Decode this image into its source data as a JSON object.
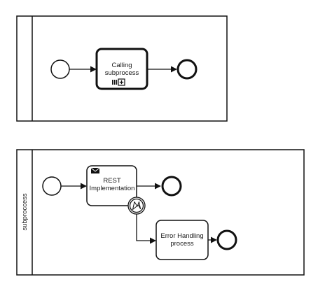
{
  "diagram": {
    "pool_top": {
      "lane_label": "",
      "call_activity": {
        "line1": "Calling",
        "line2": "subprocess"
      }
    },
    "pool_bottom": {
      "lane_label": "subproccess",
      "task_rest": {
        "line1": "REST",
        "line2": "Implementation"
      },
      "task_error": {
        "line1": "Error Handling",
        "line2": "process"
      }
    }
  },
  "colors": {
    "stroke": "#111111",
    "fill": "#ffffff"
  }
}
